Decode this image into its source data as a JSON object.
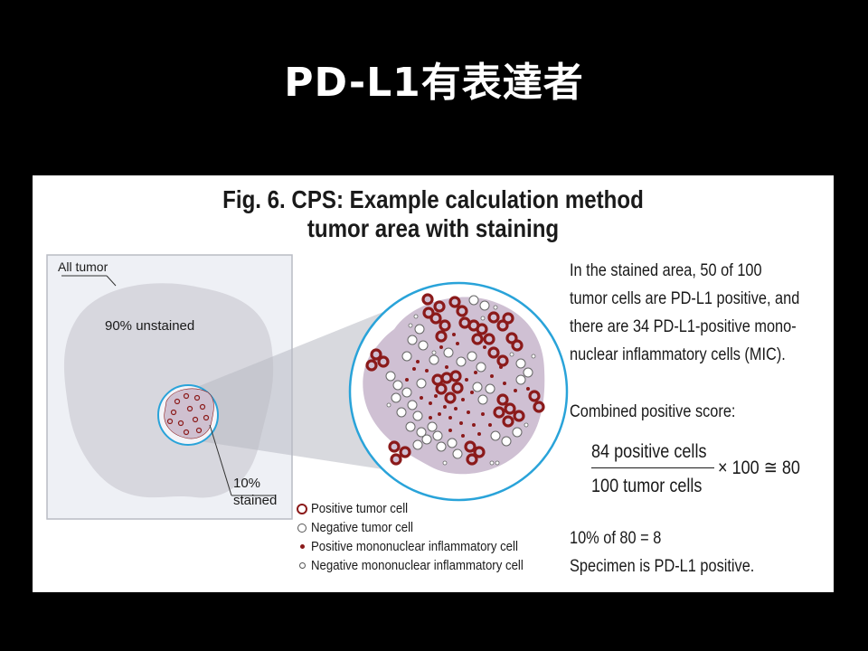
{
  "slide": {
    "title": "PD-L1有表達者"
  },
  "figure": {
    "title_line1": "Fig. 6. CPS: Example calculation method",
    "title_line2": "tumor area with staining",
    "labels": {
      "all_tumor": "All tumor",
      "unstained": "90% unstained",
      "stained_pct": "10%",
      "stained_word": "stained"
    },
    "legend": [
      "Positive tumor cell",
      "Negative tumor cell",
      "Positive mononuclear inflammatory cell",
      "Negative mononuclear inflammatory cell"
    ],
    "explanation": {
      "lines": [
        "In the stained area, 50 of 100",
        "tumor cells are PD-L1 positive, and",
        "there are 34 PD-L1-positive mono-",
        "nuclear inflammatory cells (MIC)."
      ],
      "cps_heading": "Combined positive score:",
      "numerator": "84 positive cells",
      "denominator": "100 tumor cells",
      "operator": "× 100 ≅ 80",
      "result_line1": "10% of 80 = 8",
      "result_line2": "Specimen is PD-L1 positive."
    },
    "colors": {
      "positive": "#8b1a1a",
      "tumor_fill": "#d9cbd9",
      "lens_border": "#29a3d9",
      "panel_bg": "#eef0f5"
    }
  }
}
